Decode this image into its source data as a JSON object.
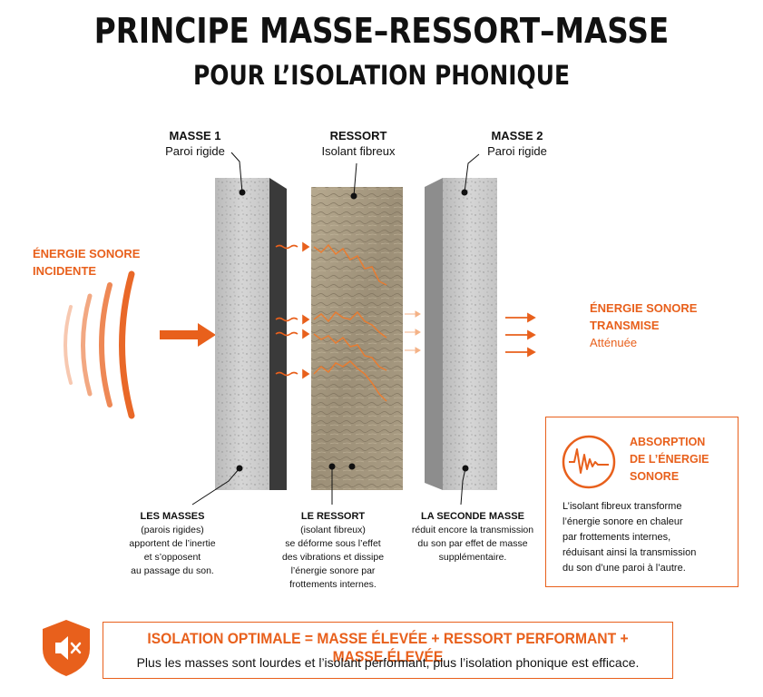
{
  "title": {
    "line1": "PRINCIPE MASSE–RESSORT–MASSE",
    "line2": "POUR L’ISOLATION PHONIQUE"
  },
  "labels": {
    "mass1": {
      "title": "MASSE 1",
      "subtitle": "Paroi rigide"
    },
    "spring": {
      "title": "RESSORT",
      "subtitle": "Isolant fibreux"
    },
    "mass2": {
      "title": "MASSE 2",
      "subtitle": "Paroi rigide"
    }
  },
  "incident": {
    "line1": "ÉNERGIE SONORE",
    "line2": "INCIDENTE"
  },
  "transmitted": {
    "line1": "ÉNERGIE SONORE",
    "line2": "TRANSMISE",
    "note": "Atténuée"
  },
  "captions": {
    "masses": {
      "title": "LES MASSES",
      "lines": [
        "(parois rigides)",
        "apportent de l’inertie",
        "et s’opposent",
        "au passage du son."
      ]
    },
    "spring": {
      "title": "LE RESSORT",
      "lines": [
        "(isolant fibreux)",
        "se déforme sous l’effet",
        "des vibrations et dissipe",
        "l’énergie sonore par",
        "frottements internes."
      ]
    },
    "mass2": {
      "title": "LA SECONDE MASSE",
      "lines": [
        "réduit encore la transmission",
        "du son par effet de masse",
        "supplémentaire."
      ]
    }
  },
  "absorption": {
    "title_lines": [
      "ABSORPTION",
      "DE L’ÉNERGIE",
      "SONORE"
    ],
    "body_lines": [
      "L’isolant fibreux transforme",
      "l’énergie sonore en chaleur",
      "par frottements internes,",
      "réduisant ainsi la transmission",
      "du son d’une paroi à l’autre."
    ],
    "icon": "damped-wave-icon"
  },
  "banner": {
    "headline": "ISOLATION OPTIMALE = MASSE ÉLEVÉE + RESSORT PERFORMANT + MASSE ÉLEVÉE",
    "subtext": "Plus les masses sont lourdes et l’isolant performant, plus l’isolation phonique est efficace.",
    "icon": "speaker-muted-shield-icon"
  },
  "colors": {
    "accent": "#e8601c",
    "concrete": "#c9c9c9",
    "wool": "#a89a82",
    "text": "#111111"
  }
}
